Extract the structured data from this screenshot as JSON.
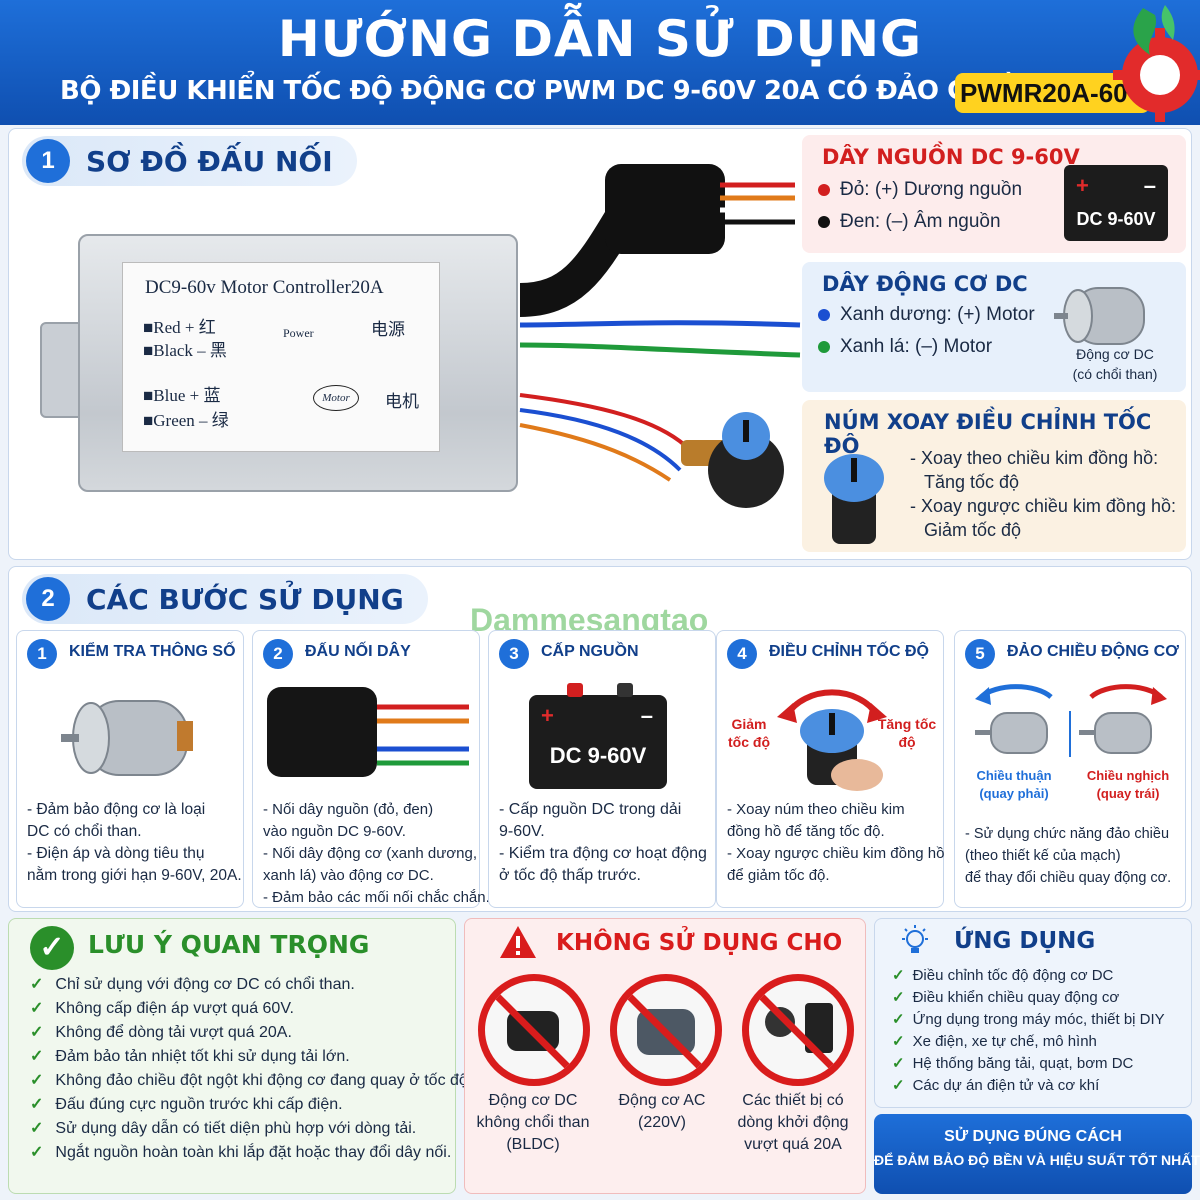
{
  "header": {
    "title": "HƯỚNG DẪN SỬ DỤNG",
    "subtitle": "BỘ ĐIỀU KHIỂN TỐC ĐỘ ĐỘNG CƠ PWM DC 9-60V 20A CÓ ĐẢO CHIỀU",
    "model": "PWMR20A-60V"
  },
  "section1": {
    "num": "1",
    "title": "SƠ ĐỒ ĐẤU NỐI",
    "label": {
      "top": "DC9-60v Motor Controller20A",
      "red": "■Red  + 红",
      "black": "■Black – 黑",
      "power": "Power",
      "power_cn": "电源",
      "blue": "■Blue  + 蓝",
      "green": "■Green – 绿",
      "motor": "Motor",
      "motor_cn": "电机"
    },
    "power_box": {
      "title": "DÂY NGUỒN DC 9-60V",
      "red": "Đỏ: (+) Dương nguồn",
      "black": "Đen: (–) Âm nguồn",
      "battery": "DC 9-60V",
      "plus": "+",
      "minus": "–"
    },
    "motor_box": {
      "title": "DÂY ĐỘNG CƠ DC",
      "blue": "Xanh dương: (+) Motor",
      "green": "Xanh lá:  (–) Motor",
      "caption1": "Động cơ DC",
      "caption2": "(có chổi than)"
    },
    "knob_box": {
      "title": "NÚM XOAY ĐIỀU CHỈNH TỐC ĐỘ",
      "line1": "- Xoay theo chiều kim đồng hồ:",
      "line2": "Tăng tốc độ",
      "line3": "- Xoay ngược chiều kim đồng hồ:",
      "line4": "Giảm tốc độ"
    }
  },
  "section2": {
    "num": "2",
    "title": "CÁC BƯỚC SỬ DỤNG",
    "watermark": "Dammesangtao",
    "steps": [
      {
        "num": "1",
        "title": "KIỂM TRA THÔNG SỐ",
        "lines": [
          "- Đảm bảo động cơ là loại",
          "  DC có chổi than.",
          "- Điện áp và dòng tiêu thụ",
          "  nằm trong giới hạn 9-60V, 20A."
        ]
      },
      {
        "num": "2",
        "title": "ĐẤU NỐI DÂY",
        "lines": [
          "- Nối dây nguồn (đỏ, đen)",
          "  vào nguồn DC 9-60V.",
          "- Nối dây động cơ (xanh dương,",
          "  xanh lá) vào động cơ DC.",
          "- Đảm bảo các mối nối chắc chắn."
        ]
      },
      {
        "num": "3",
        "title": "CẤP NGUỒN",
        "lines": [
          "- Cấp nguồn DC trong dải",
          "  9-60V.",
          "- Kiểm tra động cơ hoạt động",
          "  ở tốc độ thấp trước."
        ],
        "battery": "DC 9-60V"
      },
      {
        "num": "4",
        "title": "ĐIỀU CHỈNH TỐC ĐỘ",
        "lines": [
          "- Xoay núm theo chiều kim",
          "  đồng hồ để tăng tốc độ.",
          "- Xoay ngược chiều kim đồng hồ",
          "  để giảm tốc độ."
        ],
        "left_label": "Giảm tốc độ",
        "right_label": "Tăng tốc độ"
      },
      {
        "num": "5",
        "title": "ĐẢO CHIỀU ĐỘNG CƠ",
        "lines": [
          "- Sử dụng chức năng đảo chiều",
          "  (theo thiết kế của mạch)",
          "  để thay đổi chiều quay động cơ."
        ],
        "cw": "Chiều thuận (quay phải)",
        "ccw": "Chiều nghịch (quay trái)"
      }
    ]
  },
  "notes": {
    "title": "LƯU Ý QUAN TRỌNG",
    "items": [
      "Chỉ sử dụng với động cơ DC có chổi than.",
      "Không cấp điện áp vượt quá 60V.",
      "Không để dòng tải vượt quá 20A.",
      "Đảm bảo tản nhiệt tốt khi sử dụng tải lớn.",
      "Không đảo chiều đột ngột khi động cơ đang quay ở tốc độ cao.",
      "Đấu đúng cực nguồn trước khi cấp điện.",
      "Sử dụng dây dẫn có tiết diện phù hợp với dòng tải.",
      "Ngắt nguồn hoàn toàn khi lắp đặt hoặc thay đổi dây nối."
    ]
  },
  "warning": {
    "title": "KHÔNG SỬ DỤNG CHO",
    "items": [
      {
        "l1": "Động cơ DC",
        "l2": "không chổi than",
        "l3": "(BLDC)"
      },
      {
        "l1": "Động cơ AC",
        "l2": "(220V)",
        "l3": ""
      },
      {
        "l1": "Các thiết bị có",
        "l2": "dòng khởi động",
        "l3": "vượt quá 20A"
      }
    ]
  },
  "application": {
    "title": "ỨNG DỤNG",
    "items": [
      "Điều chỉnh tốc độ động cơ DC",
      "Điều khiển chiều quay động cơ",
      "Ứng dụng trong máy móc, thiết bị DIY",
      "Xe điện, xe tự chế, mô hình",
      "Hệ thống băng tải, quạt, bơm DC",
      "Các dự án điện tử và cơ khí"
    ],
    "banner1": "SỬ DỤNG ĐÚNG CÁCH",
    "banner2": "ĐỂ ĐẢM BẢO ĐỘ BỀN VÀ HIỆU SUẤT TỐT NHẤT"
  },
  "colors": {
    "primary": "#1f6fd9",
    "red": "#d91c1c",
    "green": "#2a8f2a",
    "yellow": "#ffd21f"
  }
}
